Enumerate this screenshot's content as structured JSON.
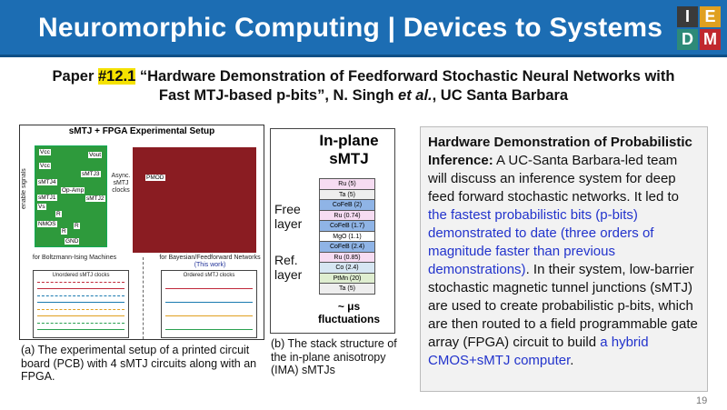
{
  "header": {
    "title": "Neuromorphic Computing | Devices to Systems",
    "logo_letters": [
      "I",
      "E",
      "D",
      "M"
    ],
    "logo_colors": [
      "#3a3a3a",
      "#e0a020",
      "#2e8a78",
      "#c0282e"
    ],
    "bg_color": "#1c6db3"
  },
  "paper": {
    "prefix": "Paper ",
    "number": "#12.1",
    "title_line1": " “Hardware Demonstration of Feedforward Stochastic Neural Networks with",
    "title_line2a": "Fast MTJ-based p-bits”, N. Singh ",
    "title_etal": "et al.",
    "title_line2b": ", UC Santa Barbara"
  },
  "figure_a": {
    "title": "sMTJ + FPGA Experimental Setup",
    "pcb_labels": [
      "Vcc",
      "Vout",
      "Vcc",
      "sMTJ3",
      "sMTJ4",
      "Op-Amp",
      "sMTJ1",
      "sMTJ2",
      "Vs",
      "R",
      "NMOS",
      "R",
      "R",
      "GND"
    ],
    "enable_label": "enable signals",
    "fpga_label": "PMOD",
    "async_label": "Async. sMTJ clocks",
    "left_caption": "for Boltzmann-Ising Machines",
    "right_caption": "for Bayesian/Feedforward Networks",
    "this_work": "(This work)",
    "left_box_title": "Unordered sMTJ clocks",
    "right_box_title": "Ordered sMTJ clocks",
    "wave_colors": [
      "#c0283a",
      "#1a7ab0",
      "#e0a020",
      "#2aa050"
    ],
    "caption": "(a) The experimental setup of a printed circuit board (PCB) with 4 sMTJ circuits along with an FPGA."
  },
  "figure_b": {
    "title_line1": "In-plane",
    "title_line2": "sMTJ",
    "free_layer": [
      "Free",
      "layer"
    ],
    "ref_layer": [
      "Ref.",
      "layer"
    ],
    "layers": [
      {
        "label": "Ru (5)",
        "color": "#f6dcf2"
      },
      {
        "label": "Ta (5)",
        "color": "#eeeeee"
      },
      {
        "label": "CoFeB (2)",
        "color": "#8fb4e6"
      },
      {
        "label": "Ru (0.74)",
        "color": "#f6dcf2"
      },
      {
        "label": "CoFeB (1.7)",
        "color": "#8fb4e6"
      },
      {
        "label": "MgO (1.1)",
        "color": "#ffffff"
      },
      {
        "label": "CoFeB (2.4)",
        "color": "#8fb4e6"
      },
      {
        "label": "Ru (0.85)",
        "color": "#f6dcf2"
      },
      {
        "label": "Co (2.4)",
        "color": "#d6e6f2"
      },
      {
        "label": "PtMn (20)",
        "color": "#dfeed0"
      },
      {
        "label": "Ta (5)",
        "color": "#eeeeee"
      }
    ],
    "footer_line1": "~ μs",
    "footer_line2": "fluctuations",
    "caption": "(b) The stack structure of the in-plane anisotropy (IMA) sMTJs"
  },
  "panel": {
    "heading": "Hardware Demonstration of Probabilistic Inference:",
    "text1": " A UC-Santa Barbara-led team will discuss an inference system for deep feed forward stochastic networks. It led to ",
    "link1": "the fastest probabilistic bits (p-bits) demonstrated to date (three orders of magnitude faster than previous demonstrations)",
    "text2": ". In their system, low-barrier stochastic magnetic tunnel junctions (sMTJ) are used to create probabilistic p-bits, which are then routed to a field programmable gate array (FPGA) circuit to build ",
    "link2": "a hybrid CMOS+sMTJ computer",
    "text3": ".",
    "link_color": "#2233cc"
  },
  "page_number": "19"
}
